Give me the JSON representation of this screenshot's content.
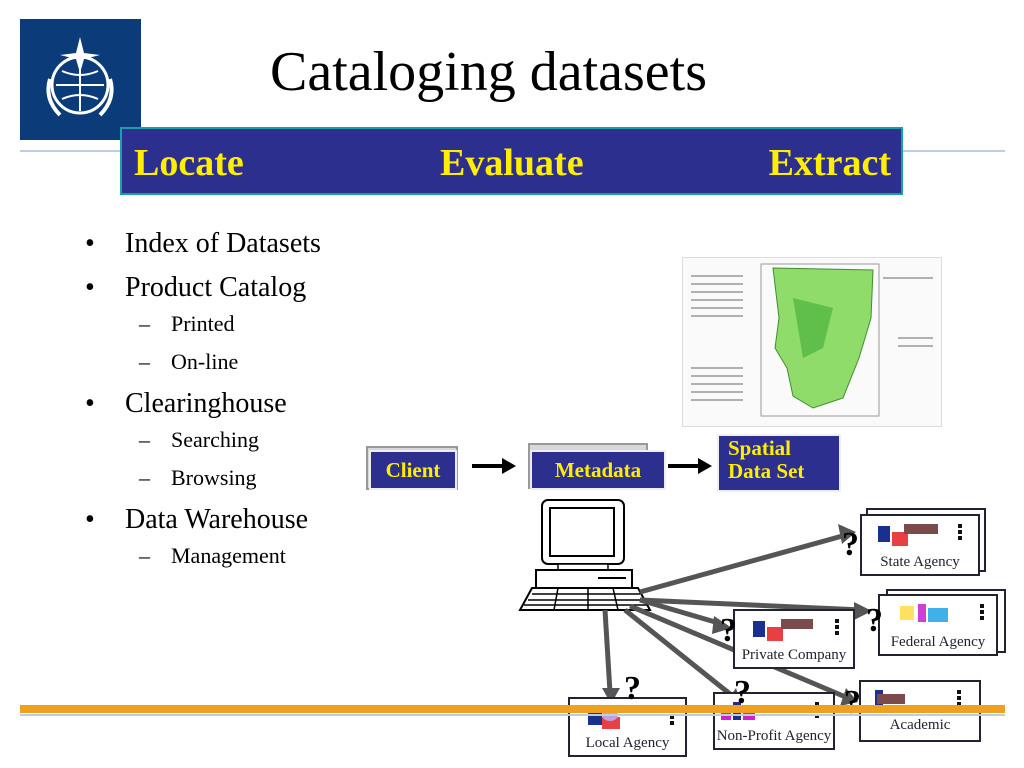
{
  "title": "Cataloging datasets",
  "banner": {
    "locate": "Locate",
    "evaluate": "Evaluate",
    "extract": "Extract"
  },
  "bullets": [
    {
      "label": "Index of Datasets"
    },
    {
      "label": "Product Catalog",
      "sub": [
        "Printed",
        "On-line"
      ]
    },
    {
      "label": "Clearinghouse",
      "sub": [
        "Searching",
        "Browsing"
      ]
    },
    {
      "label": "Data Warehouse",
      "sub": [
        "Management"
      ]
    }
  ],
  "flow": {
    "client": "Client",
    "metadata": "Metadata",
    "spatial_line1": "Spatial",
    "spatial_line2": "Data Set"
  },
  "agencies": {
    "state": "State Agency",
    "federal": "Federal Agency",
    "private": "Private Company",
    "academic": "Academic",
    "local": "Local Agency",
    "nonprofit": "Non-Profit Agency"
  },
  "question_mark": "?",
  "colors": {
    "navy": "#2d2f8f",
    "yellow": "#ffee00",
    "logo_bg": "#0b3b78",
    "rule_orange": "#f0a020"
  }
}
